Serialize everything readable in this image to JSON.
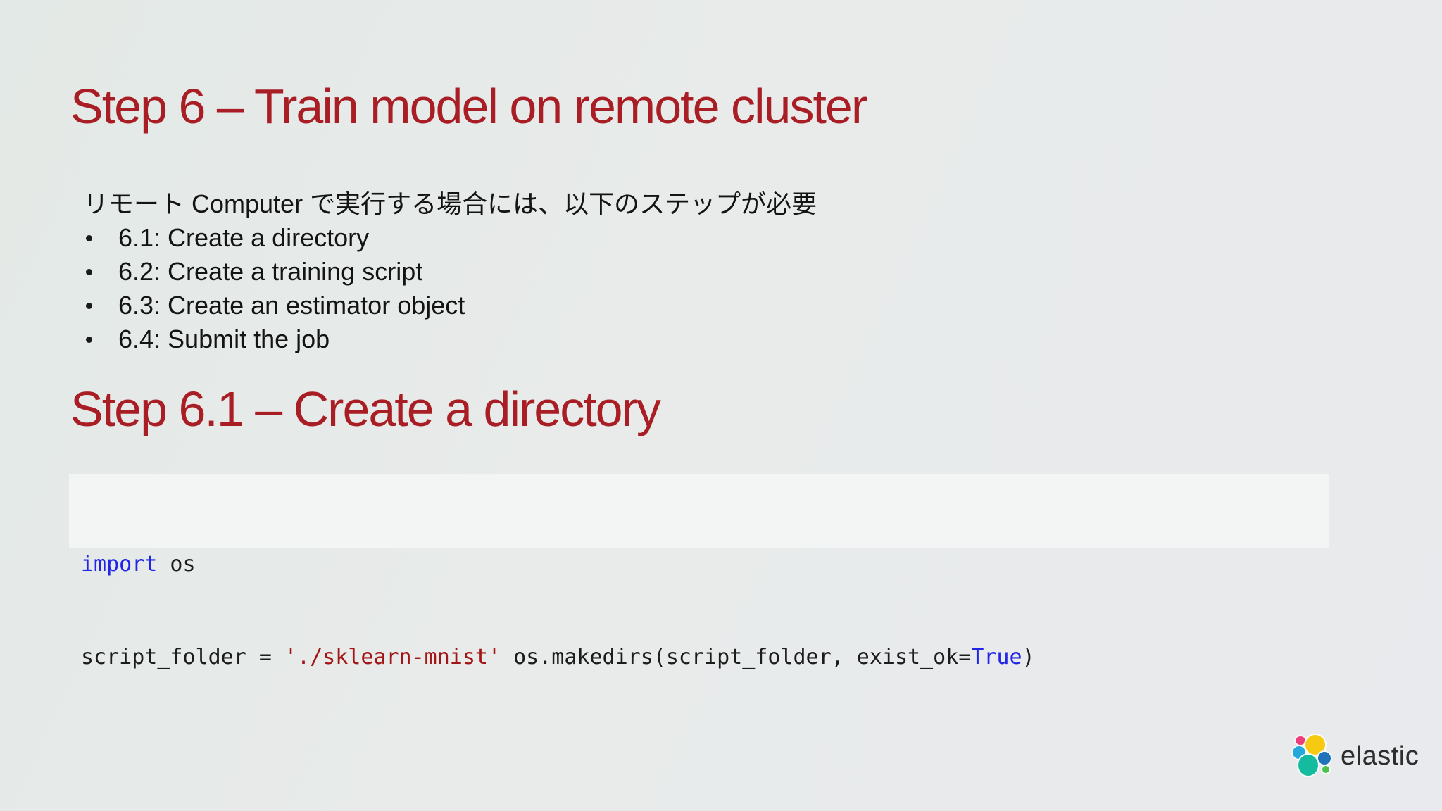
{
  "headings": {
    "step6": "Step 6 – Train model on remote cluster",
    "step61": "Step 6.1 – Create a directory"
  },
  "intro": "リモート Computer で実行する場合には、以下のステップが必要",
  "bullets": [
    "6.1: Create a directory",
    "6.2: Create a training script",
    "6.3: Create an estimator object",
    "6.4: Submit the job"
  ],
  "code": {
    "lines": [
      {
        "tokens": [
          {
            "type": "keyword",
            "text": "import"
          },
          {
            "type": "plain",
            "text": " os"
          }
        ]
      },
      {
        "tokens": [
          {
            "type": "plain",
            "text": "script_folder = "
          },
          {
            "type": "string",
            "text": "'./sklearn-mnist'"
          },
          {
            "type": "plain",
            "text": " os.makedirs(script_folder, exist_ok="
          },
          {
            "type": "keyword",
            "text": "True"
          },
          {
            "type": "plain",
            "text": ")"
          }
        ]
      }
    ]
  },
  "logo": {
    "label": "elastic"
  },
  "colors": {
    "background": "#e8ebea",
    "heading_red": "#a81e24",
    "body_text": "#141414",
    "code_background": "#f3f5f4",
    "code_keyword_blue": "#2125e8",
    "code_string_red": "#a31515",
    "logo_yellow": "#f6c913",
    "logo_pink": "#ee3d7a",
    "logo_sky_blue": "#27a8dd",
    "logo_teal": "#14bb9e",
    "logo_dark_blue": "#1f74b9",
    "logo_green": "#4cc24a",
    "logo_text": "#2d2d2d"
  }
}
